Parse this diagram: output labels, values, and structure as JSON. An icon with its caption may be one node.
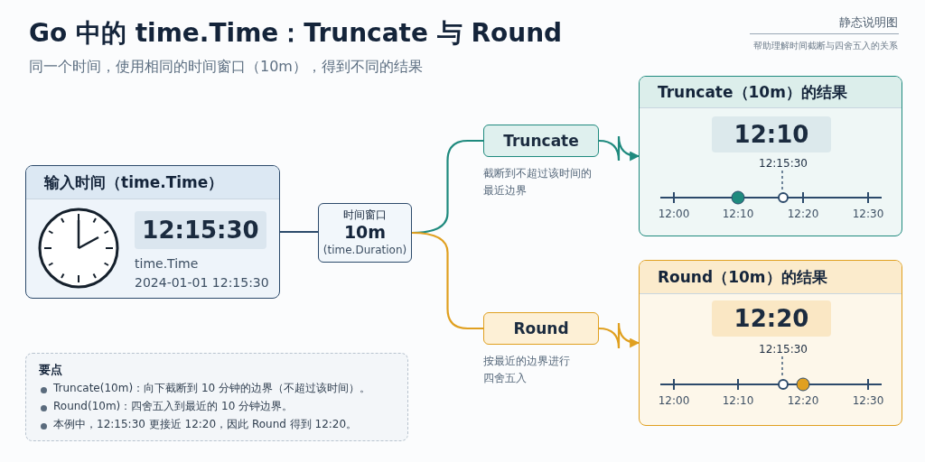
{
  "diagram": {
    "title": "Go 中的 time.Time：Truncate 与 Round",
    "nodes": [
      {
        "text": [
          "输入时间（time.Time）",
          "time.Time",
          "2024-01-01 12:15:30"
        ]
      },
      {
        "text": [
          "12:15:30"
        ],
        "in": 0
      },
      {
        "text": [
          "时间窗口",
          "10m",
          "(time.Duration)"
        ]
      },
      {
        "text": [
          "Truncate"
        ],
        "beside": [
          "截断到不超过该时间的最近边界"
        ]
      },
      {
        "text": [
          "Truncate（10m）的结果"
        ]
      },
      {
        "text": [
          "12:10"
        ],
        "in": 4
      },
      {
        "text": [
          "12:15:30"
        ],
        "in": 4
      },
      {
        "text": [],
        "shape": "circle",
        "in": 4
      },
      {
        "text": [
          "Round"
        ],
        "beside": [
          "按最近的边界进行四舍五入"
        ]
      },
      {
        "text": [
          "Round（10m）的结果"
        ]
      },
      {
        "text": [
          "12:20"
        ],
        "in": 9
      },
      {
        "text": [
          "12:15:30"
        ],
        "in": 9
      },
      {
        "text": [],
        "shape": "circle",
        "in": 9
      },
      {
        "text": [
          "要点",
          "Truncate(10m)：向下截断到 10 分钟的边界（不超过该时间）。",
          "Round(10m)：四舍五入到最近的 10 分钟边界。",
          "本例中，12:15:30 更接近 12:20，因此 Round 得到 12:20。"
        ]
      }
    ],
    "edges": [
      {
        "from": 0,
        "to": 2,
        "arrow": "none",
        "color": "#2c4a6b"
      },
      {
        "from": 2,
        "to": 3,
        "arrow": "none",
        "color": "#1f8a7e"
      },
      {
        "from": 3,
        "to": 4,
        "arrow": "to",
        "color": "#1f8a7e"
      },
      {
        "from": 2,
        "to": 8,
        "arrow": "none",
        "color": "#e0a020"
      },
      {
        "from": 8,
        "to": 9,
        "arrow": "to",
        "color": "#e0a020"
      },
      {
        "from": 6,
        "to": 7,
        "arrow": "none",
        "style": "dashed",
        "color": "#2c4a6b"
      },
      {
        "from": 11,
        "to": 12,
        "arrow": "none",
        "style": "dashed",
        "color": "#2c4a6b"
      }
    ],
    "labels": [
      "同一个时间，使用相同的时间窗口（10m），得到不同的结果",
      "静态说明图",
      "帮助理解时间截断与四舍五入的关系",
      "12:00",
      "12:10",
      "12:20",
      "12:30",
      "12:00",
      "12:10",
      "12:20",
      "12:30"
    ]
  }
}
